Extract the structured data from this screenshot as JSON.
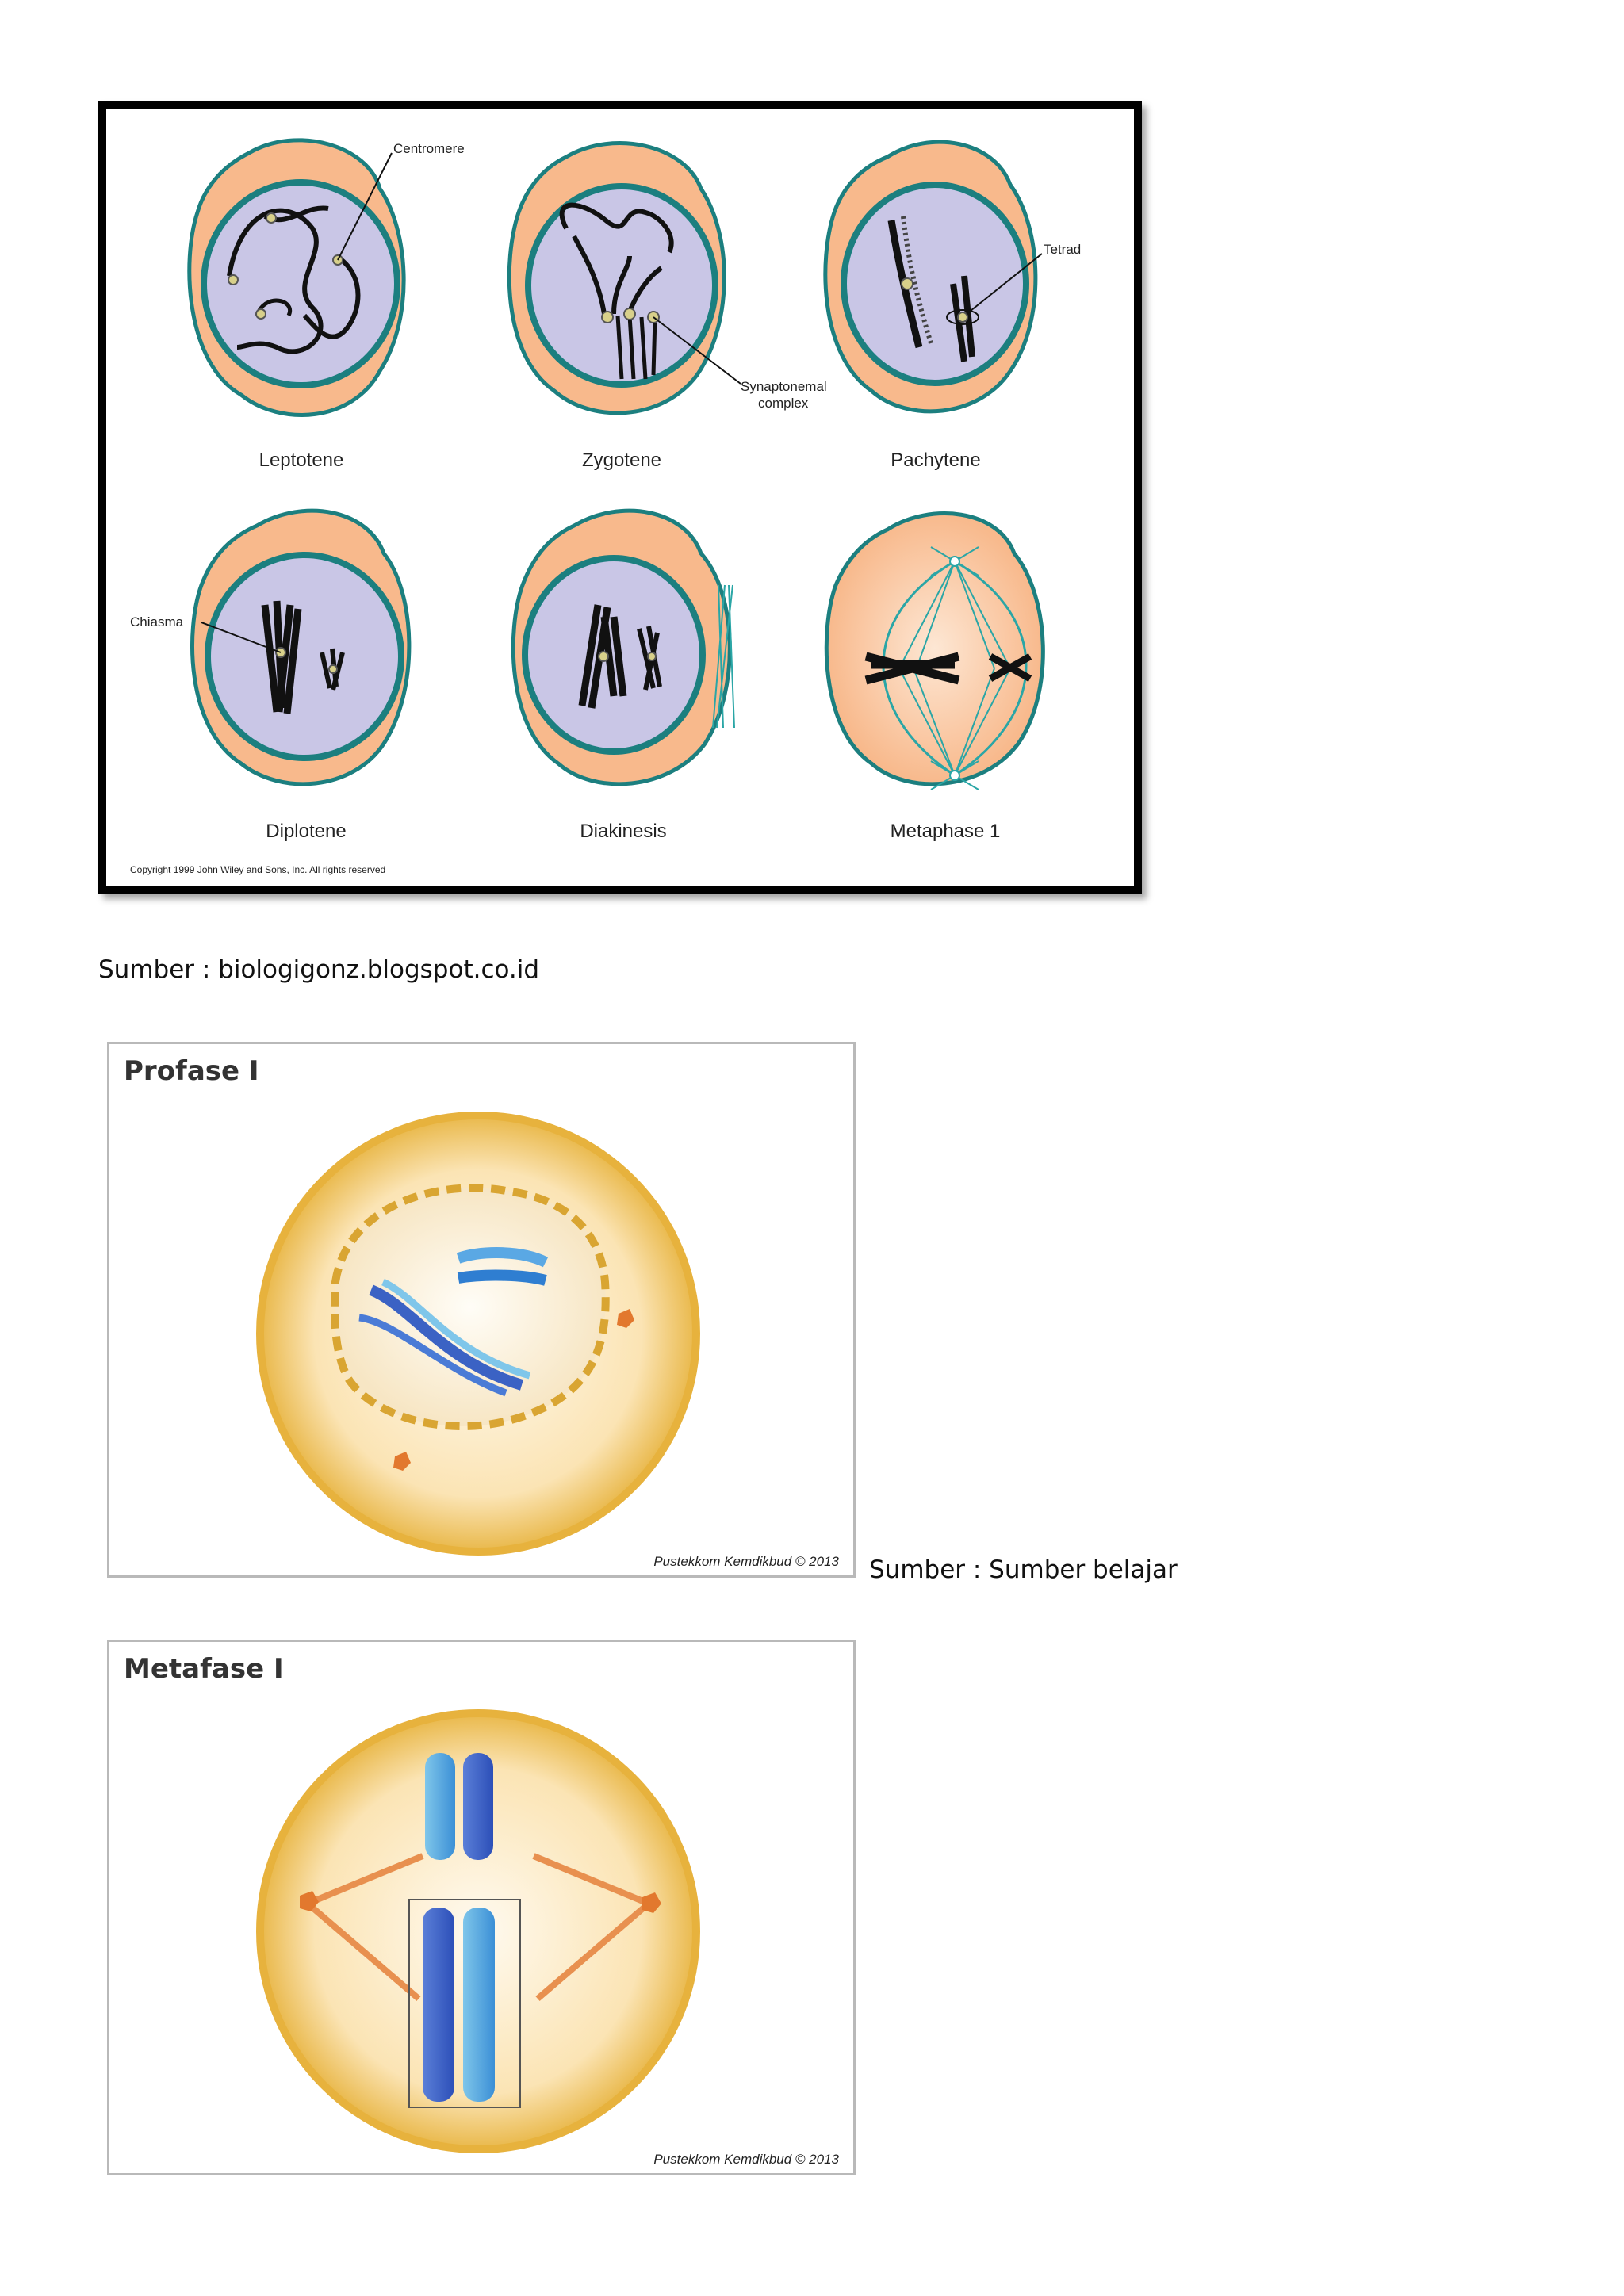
{
  "figure1": {
    "stages": [
      {
        "label": "Leptotene"
      },
      {
        "label": "Zygotene"
      },
      {
        "label": "Pachytene"
      },
      {
        "label": "Diplotene"
      },
      {
        "label": "Diakinesis"
      },
      {
        "label": "Metaphase 1"
      }
    ],
    "callouts": {
      "centromere": "Centromere",
      "synaptonemal_line1": "Synaptonemal",
      "synaptonemal_line2": "complex",
      "tetrad": "Tetrad",
      "chiasma": "Chiasma"
    },
    "copyright": "Copyright 1999 John Wiley and Sons, Inc. All rights reserved",
    "colors": {
      "cytoplasm": "#f8b98c",
      "cell_border": "#1c7f7f",
      "nucleus": "#c9c6e6",
      "chromosome": "#111111",
      "spindle": "#2aa6a6"
    }
  },
  "source1": "Sumber : biologigonz.blogspot.co.id",
  "figure2": {
    "title": "Profase I",
    "credit": "Pustekkom Kemdikbud © 2013"
  },
  "source2": "Sumber : Sumber belajar",
  "figure3": {
    "title": "Metafase I",
    "credit": "Pustekkom Kemdikbud © 2013"
  }
}
